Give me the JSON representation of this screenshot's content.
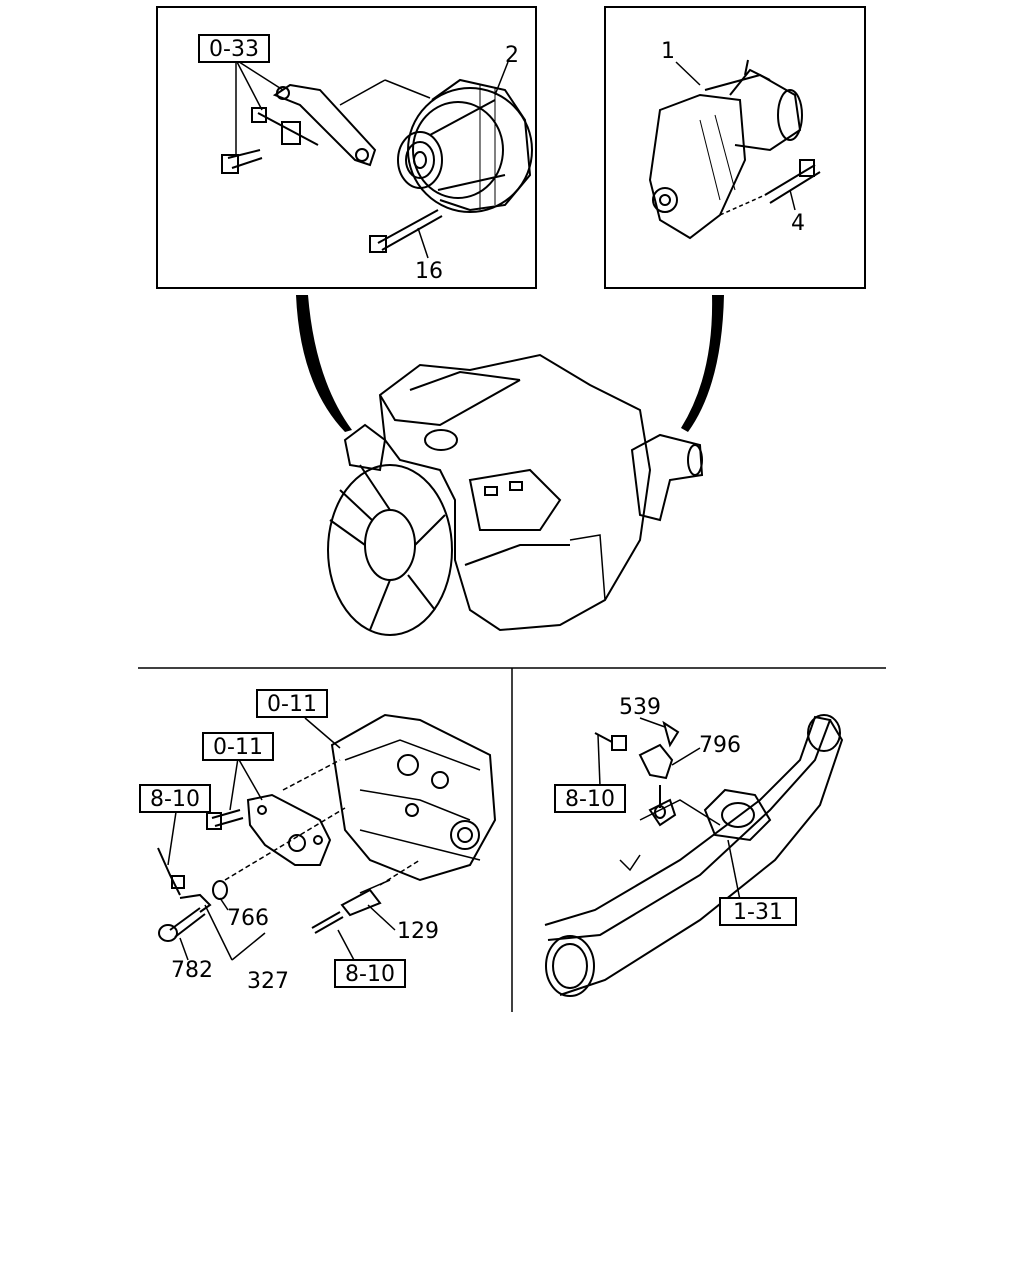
{
  "callouts": {
    "alternator": "2",
    "bolt_alternator": "16",
    "starter": "1",
    "stud_starter": "4",
    "sensor_screw": "539",
    "sensor_cam": "796",
    "gasket": "766",
    "bolt_sensor": "782",
    "bracket_sensor": "327",
    "temp_sensor": "129"
  },
  "refs": {
    "alt_bracket_ref": "0-33",
    "cyl_head_ref_top": "0-11",
    "cyl_head_ref_mid": "0-11",
    "harness_ref_left": "8-10",
    "harness_ref_bottom": "8-10",
    "harness_ref_right": "8-10",
    "intake_pipe_ref": "1-31"
  },
  "colors": {
    "line": "#000000",
    "background": "#ffffff"
  }
}
